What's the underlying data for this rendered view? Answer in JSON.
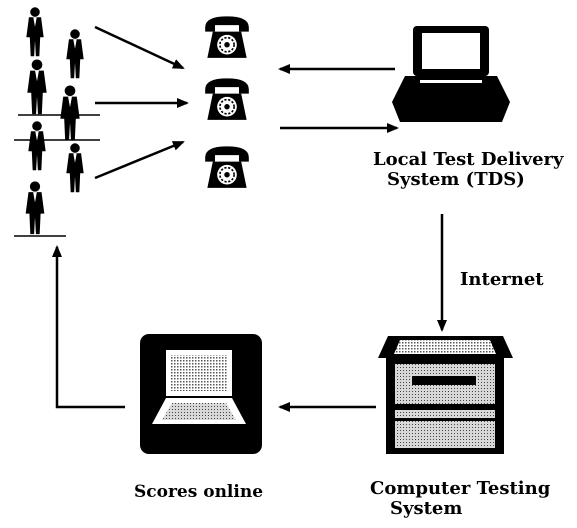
{
  "diagram": {
    "nodes": {
      "tds": {
        "line1": "Local Test Delivery",
        "line2": "System (TDS)"
      },
      "internet": {
        "label": "Internet"
      },
      "scores": {
        "label": "Scores online"
      },
      "cts": {
        "line1": "Computer Testing",
        "line2": "System"
      }
    },
    "icons": {
      "people": "people-silhouettes-icon",
      "phones": "telephone-icon",
      "desktop": "desktop-computer-icon",
      "server": "server-cabinet-icon",
      "laptop": "laptop-icon"
    },
    "colors": {
      "ink": "#000000",
      "paper": "#ffffff",
      "shade": "#8a8a8a"
    }
  }
}
